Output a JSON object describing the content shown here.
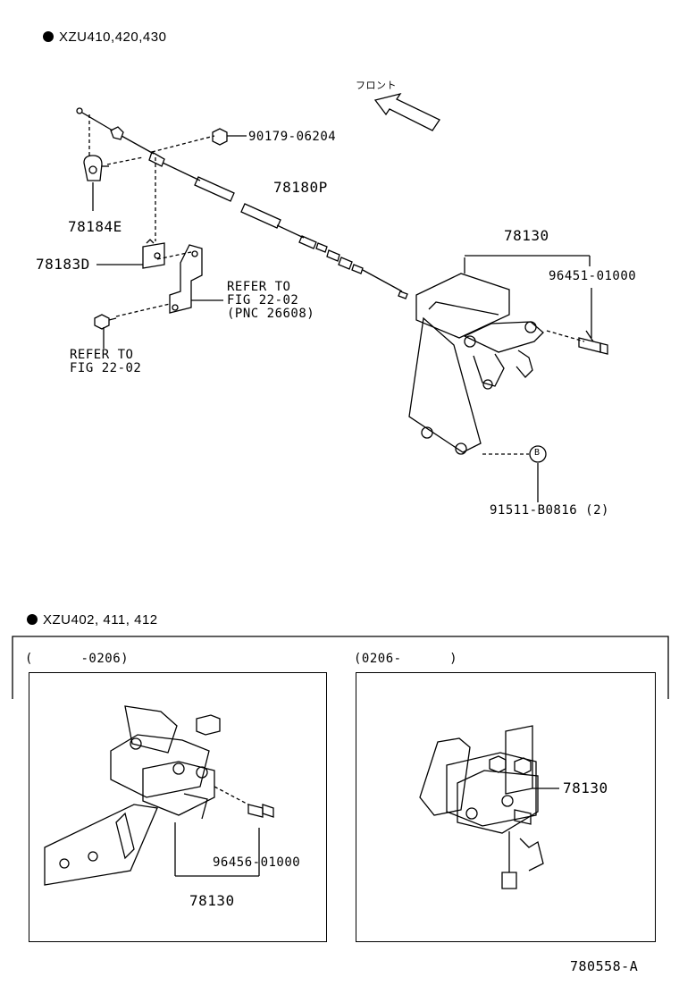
{
  "section1": {
    "title": "XZU410,420,430",
    "front_label": "フロント",
    "parts": {
      "p90179": "90179-06204",
      "p78180p": "78180P",
      "p78184e": "78184E",
      "p78183d": "78183D",
      "p78130": "78130",
      "p96451": "96451-01000",
      "p91511": "91511-B0816 (2)",
      "circle_b": "B"
    },
    "refer1": [
      "REFER TO",
      "FIG 22-02",
      "(PNC 26608)"
    ],
    "refer2": [
      "REFER TO",
      "FIG 22-02"
    ]
  },
  "section2": {
    "title": "XZU402, 411, 412",
    "left_range": "(      -0206)",
    "right_range": "(0206-      )",
    "left_parts": {
      "p96456": "96456-01000",
      "p78130": "78130"
    },
    "right_parts": {
      "p78130": "78130"
    }
  },
  "figure_id": "780558-A"
}
